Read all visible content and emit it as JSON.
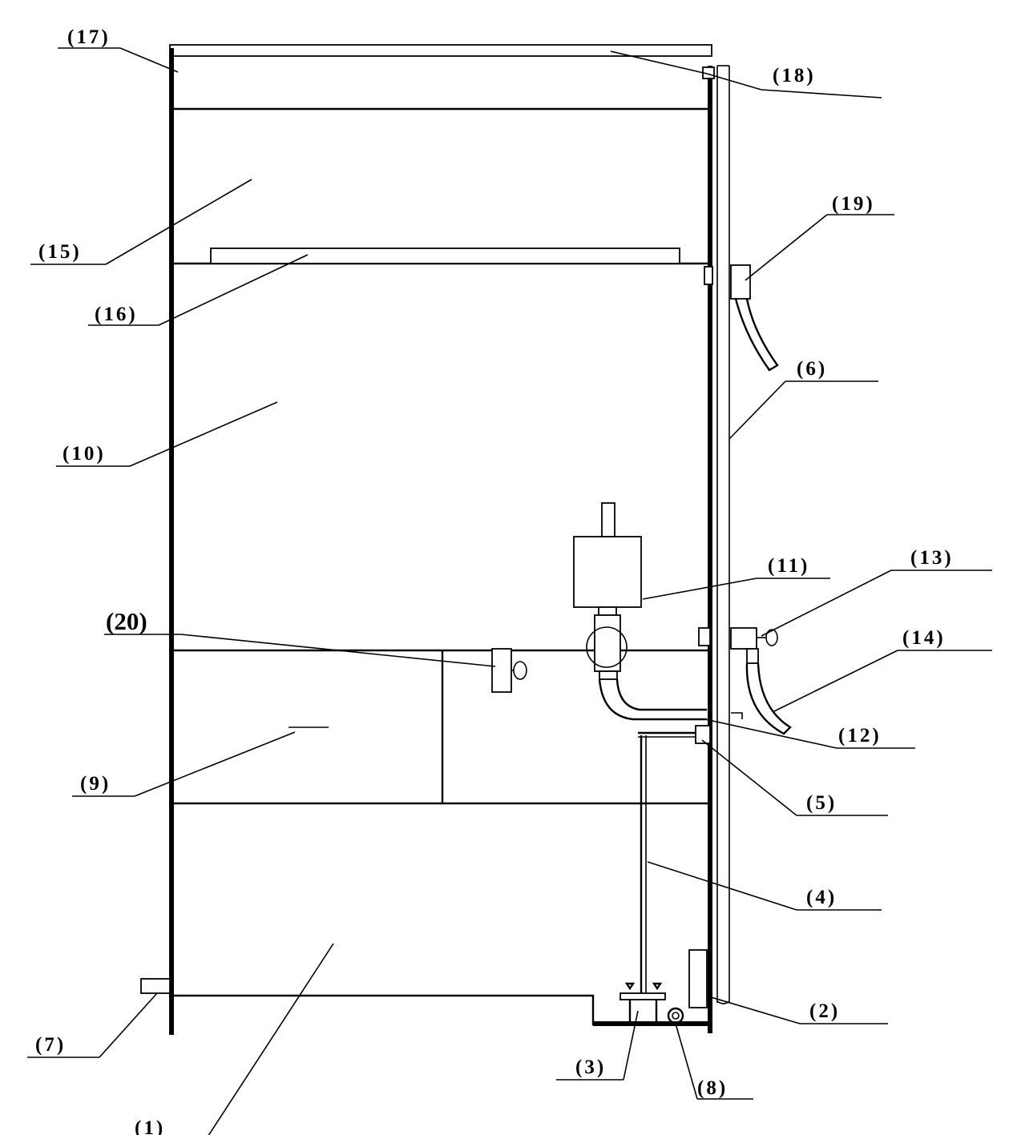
{
  "labels": {
    "l1": "(1)",
    "l2": "(2)",
    "l3": "(3)",
    "l4": "(4)",
    "l5": "(5)",
    "l6": "(6)",
    "l7": "(7)",
    "l8": "(8)",
    "l9": "(9)",
    "l10": "(10)",
    "l11": "(11)",
    "l12": "(12)",
    "l13": "(13)",
    "l14": "(14)",
    "l15": "(15)",
    "l16": "(16)",
    "l17": "(17)",
    "l18": "(18)",
    "l19": "(19)",
    "l20": "(20)"
  }
}
